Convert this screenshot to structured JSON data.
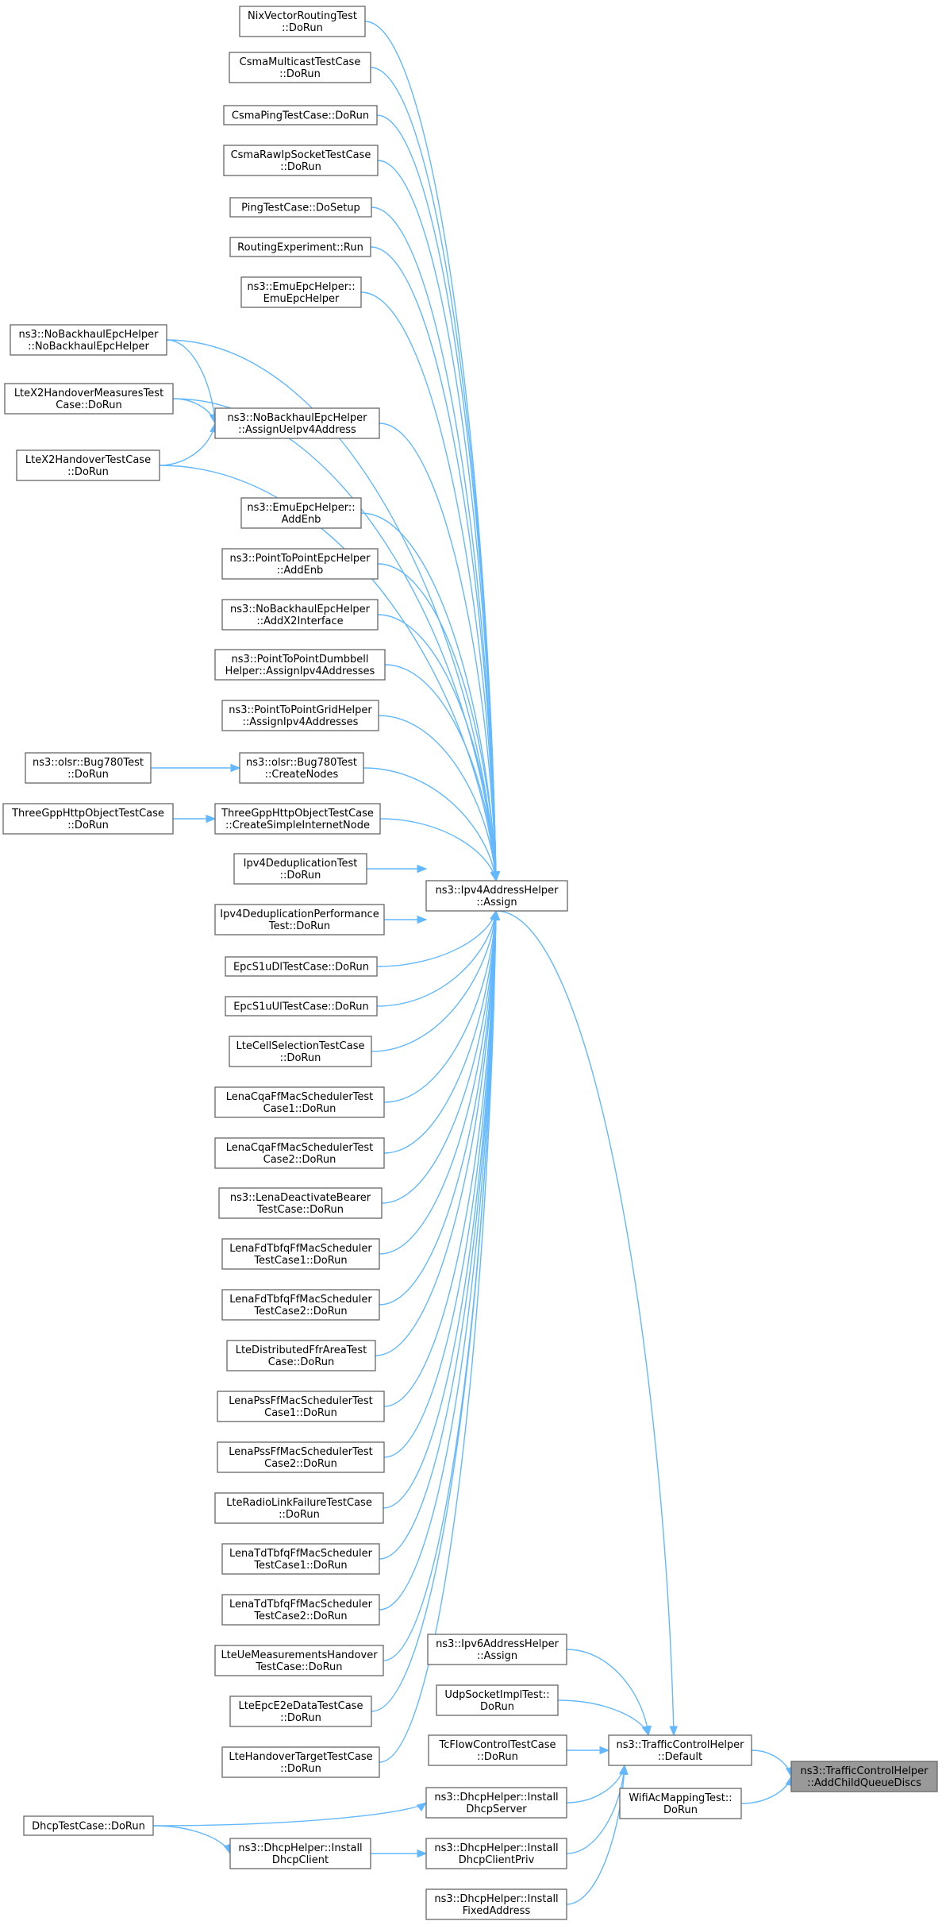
{
  "graph": {
    "type": "caller-graph",
    "colors": {
      "edge": "#63b8ff",
      "node_border": "#666666",
      "node_fill": "#ffffff",
      "focus_fill": "#999999"
    },
    "nodes": {
      "target": {
        "lines": [
          "ns3::TrafficControlHelper",
          "::AddChildQueueDiscs"
        ],
        "focus": true
      },
      "tch_def": {
        "lines": [
          "ns3::TrafficControlHelper",
          "::Default"
        ]
      },
      "wifiac": {
        "lines": [
          "WifiAcMappingTest::",
          "DoRun"
        ]
      },
      "ipv4ah": {
        "lines": [
          "ns3::Ipv4AddressHelper",
          "::Assign"
        ]
      },
      "ipv6ah": {
        "lines": [
          "ns3::Ipv6AddressHelper",
          "::Assign"
        ]
      },
      "udpsock": {
        "lines": [
          "UdpSocketImplTest::",
          "DoRun"
        ]
      },
      "tcflow": {
        "lines": [
          "TcFlowControlTestCase",
          "::DoRun"
        ]
      },
      "dhcpsrv": {
        "lines": [
          "ns3::DhcpHelper::Install",
          "DhcpServer"
        ]
      },
      "dhcpcp": {
        "lines": [
          "ns3::DhcpHelper::Install",
          "DhcpClientPriv"
        ]
      },
      "dhcpfix": {
        "lines": [
          "ns3::DhcpHelper::Install",
          "FixedAddress"
        ]
      },
      "dhcpcli": {
        "lines": [
          "ns3::DhcpHelper::Install",
          "DhcpClient"
        ]
      },
      "dhcptc": {
        "lines": [
          "DhcpTestCase::DoRun"
        ]
      },
      "nix": {
        "lines": [
          "NixVectorRoutingTest",
          "::DoRun"
        ]
      },
      "csmamc": {
        "lines": [
          "CsmaMulticastTestCase",
          "::DoRun"
        ]
      },
      "csmaping": {
        "lines": [
          "CsmaPingTestCase::DoRun"
        ]
      },
      "csmaraw": {
        "lines": [
          "CsmaRawIpSocketTestCase",
          "::DoRun"
        ]
      },
      "pingtc": {
        "lines": [
          "PingTestCase::DoSetup"
        ]
      },
      "routexp": {
        "lines": [
          "RoutingExperiment::Run"
        ]
      },
      "emuepc": {
        "lines": [
          "ns3::EmuEpcHelper::",
          "EmuEpcHelper"
        ]
      },
      "nobhctor": {
        "lines": [
          "ns3::NoBackhaulEpcHelper",
          "::NoBackhaulEpcHelper"
        ]
      },
      "ltex2meas": {
        "lines": [
          "LteX2HandoverMeasuresTest",
          "Case::DoRun"
        ]
      },
      "nobhassign": {
        "lines": [
          "ns3::NoBackhaulEpcHelper",
          "::AssignUeIpv4Address"
        ]
      },
      "ltex2ho": {
        "lines": [
          "LteX2HandoverTestCase",
          "::DoRun"
        ]
      },
      "emuaddenb": {
        "lines": [
          "ns3::EmuEpcHelper::",
          "AddEnb"
        ]
      },
      "p2paddenb": {
        "lines": [
          "ns3::PointToPointEpcHelper",
          "::AddEnb"
        ]
      },
      "nobhx2": {
        "lines": [
          "ns3::NoBackhaulEpcHelper",
          "::AddX2Interface"
        ]
      },
      "dumbbell": {
        "lines": [
          "ns3::PointToPointDumbbell",
          "Helper::AssignIpv4Addresses"
        ]
      },
      "gridh": {
        "lines": [
          "ns3::PointToPointGridHelper",
          "::AssignIpv4Addresses"
        ]
      },
      "olsrtest": {
        "lines": [
          "ns3::olsr::Bug780Test",
          "::DoRun"
        ]
      },
      "olsrcn": {
        "lines": [
          "ns3::olsr::Bug780Test",
          "::CreateNodes"
        ]
      },
      "http3dorun": {
        "lines": [
          "ThreeGppHttpObjectTestCase",
          "::DoRun"
        ]
      },
      "http3csn": {
        "lines": [
          "ThreeGppHttpObjectTestCase",
          "::CreateSimpleInternetNode"
        ]
      },
      "ipv4dedup": {
        "lines": [
          "Ipv4DeduplicationTest",
          "::DoRun"
        ]
      },
      "ipv4dedupp": {
        "lines": [
          "Ipv4DeduplicationPerformance",
          "Test::DoRun"
        ]
      },
      "epcs1udl": {
        "lines": [
          "EpcS1uDlTestCase::DoRun"
        ]
      },
      "epcs1uul": {
        "lines": [
          "EpcS1uUlTestCase::DoRun"
        ]
      },
      "ltecellsel": {
        "lines": [
          "LteCellSelectionTestCase",
          "::DoRun"
        ]
      },
      "cqa1": {
        "lines": [
          "LenaCqaFfMacSchedulerTest",
          "Case1::DoRun"
        ]
      },
      "cqa2": {
        "lines": [
          "LenaCqaFfMacSchedulerTest",
          "Case2::DoRun"
        ]
      },
      "deact": {
        "lines": [
          "ns3::LenaDeactivateBearer",
          "TestCase::DoRun"
        ]
      },
      "fdtbfq1": {
        "lines": [
          "LenaFdTbfqFfMacScheduler",
          "TestCase1::DoRun"
        ]
      },
      "fdtbfq2": {
        "lines": [
          "LenaFdTbfqFfMacScheduler",
          "TestCase2::DoRun"
        ]
      },
      "distffr": {
        "lines": [
          "LteDistributedFfrAreaTest",
          "Case::DoRun"
        ]
      },
      "pss1": {
        "lines": [
          "LenaPssFfMacSchedulerTest",
          "Case1::DoRun"
        ]
      },
      "pss2": {
        "lines": [
          "LenaPssFfMacSchedulerTest",
          "Case2::DoRun"
        ]
      },
      "rlf": {
        "lines": [
          "LteRadioLinkFailureTestCase",
          "::DoRun"
        ]
      },
      "tdtbfq1": {
        "lines": [
          "LenaTdTbfqFfMacScheduler",
          "TestCase1::DoRun"
        ]
      },
      "tdtbfq2": {
        "lines": [
          "LenaTdTbfqFfMacScheduler",
          "TestCase2::DoRun"
        ]
      },
      "uemeas": {
        "lines": [
          "LteUeMeasurementsHandover",
          "TestCase::DoRun"
        ]
      },
      "epce2e": {
        "lines": [
          "LteEpcE2eDataTestCase",
          "::DoRun"
        ]
      },
      "hotarget": {
        "lines": [
          "LteHandoverTargetTestCase",
          "::DoRun"
        ]
      }
    },
    "edges": [
      [
        "tch_def",
        "target"
      ],
      [
        "wifiac",
        "target"
      ],
      [
        "ipv4ah",
        "tch_def"
      ],
      [
        "ipv6ah",
        "tch_def"
      ],
      [
        "udpsock",
        "tch_def"
      ],
      [
        "tcflow",
        "tch_def"
      ],
      [
        "dhcpsrv",
        "tch_def"
      ],
      [
        "dhcpcp",
        "tch_def"
      ],
      [
        "dhcpfix",
        "tch_def"
      ],
      [
        "dhcptc",
        "dhcpsrv"
      ],
      [
        "dhcpcli",
        "dhcpcp"
      ],
      [
        "dhcptc",
        "dhcpcli"
      ],
      [
        "nix",
        "ipv4ah"
      ],
      [
        "csmamc",
        "ipv4ah"
      ],
      [
        "csmaping",
        "ipv4ah"
      ],
      [
        "csmaraw",
        "ipv4ah"
      ],
      [
        "pingtc",
        "ipv4ah"
      ],
      [
        "routexp",
        "ipv4ah"
      ],
      [
        "emuepc",
        "ipv4ah"
      ],
      [
        "nobhctor",
        "ipv4ah"
      ],
      [
        "ltex2meas",
        "ipv4ah"
      ],
      [
        "nobhassign",
        "ipv4ah"
      ],
      [
        "ltex2ho",
        "ipv4ah"
      ],
      [
        "emuaddenb",
        "ipv4ah"
      ],
      [
        "p2paddenb",
        "ipv4ah"
      ],
      [
        "nobhx2",
        "ipv4ah"
      ],
      [
        "dumbbell",
        "ipv4ah"
      ],
      [
        "gridh",
        "ipv4ah"
      ],
      [
        "olsrcn",
        "ipv4ah"
      ],
      [
        "http3csn",
        "ipv4ah"
      ],
      [
        "ipv4dedup",
        "ipv4ah"
      ],
      [
        "ipv4dedupp",
        "ipv4ah"
      ],
      [
        "epcs1udl",
        "ipv4ah"
      ],
      [
        "epcs1uul",
        "ipv4ah"
      ],
      [
        "ltecellsel",
        "ipv4ah"
      ],
      [
        "cqa1",
        "ipv4ah"
      ],
      [
        "cqa2",
        "ipv4ah"
      ],
      [
        "deact",
        "ipv4ah"
      ],
      [
        "fdtbfq1",
        "ipv4ah"
      ],
      [
        "fdtbfq2",
        "ipv4ah"
      ],
      [
        "distffr",
        "ipv4ah"
      ],
      [
        "pss1",
        "ipv4ah"
      ],
      [
        "pss2",
        "ipv4ah"
      ],
      [
        "rlf",
        "ipv4ah"
      ],
      [
        "tdtbfq1",
        "ipv4ah"
      ],
      [
        "tdtbfq2",
        "ipv4ah"
      ],
      [
        "uemeas",
        "ipv4ah"
      ],
      [
        "epce2e",
        "ipv4ah"
      ],
      [
        "hotarget",
        "ipv4ah"
      ],
      [
        "nobhctor",
        "nobhassign"
      ],
      [
        "ltex2meas",
        "nobhassign"
      ],
      [
        "ltex2ho",
        "nobhassign"
      ],
      [
        "olsrtest",
        "olsrcn"
      ],
      [
        "http3dorun",
        "http3csn"
      ]
    ]
  }
}
